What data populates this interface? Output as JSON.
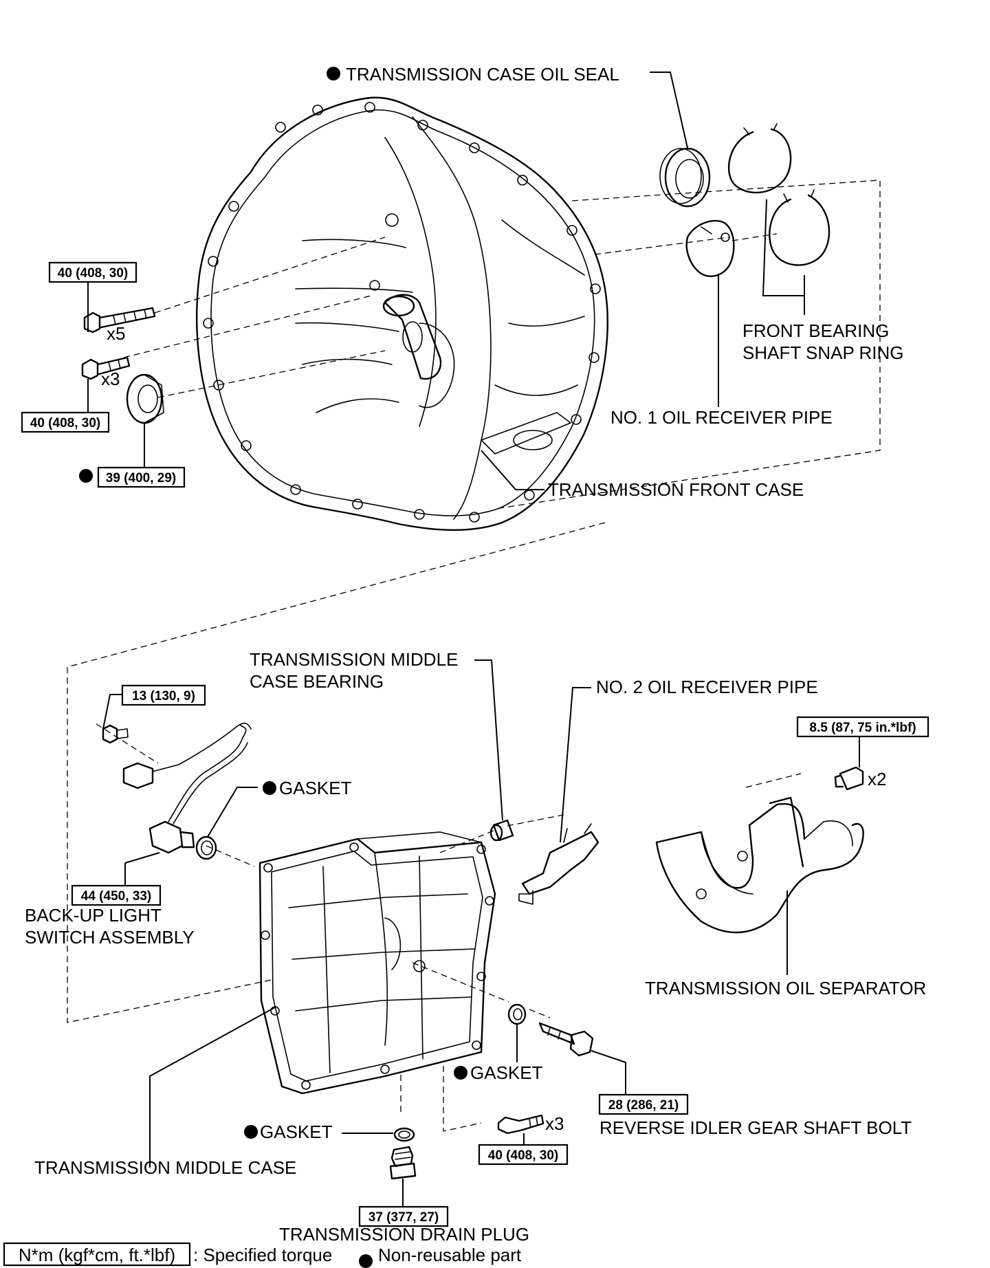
{
  "labels": {
    "front_seal": "TRANSMISSION CASE OIL SEAL",
    "snap_ring_1": "FRONT BEARING",
    "snap_ring_2": "SHAFT SNAP RING",
    "oil_pipe_1": "NO. 1 OIL RECEIVER PIPE",
    "front_case": "TRANSMISSION FRONT CASE",
    "middle_bearing_1": "TRANSMISSION MIDDLE",
    "middle_bearing_2": "CASE BEARING",
    "oil_pipe_2": "NO. 2 OIL RECEIVER PIPE",
    "gasket_switch": "GASKET",
    "switch_1": "BACK-UP LIGHT",
    "switch_2": "SWITCH ASSEMBLY",
    "oil_separator": "TRANSMISSION OIL SEPARATOR",
    "gasket_right": "GASKET",
    "gasket_bottom": "GASKET",
    "idler_bolt": "REVERSE IDLER GEAR SHAFT BOLT",
    "middle_case": "TRANSMISSION MIDDLE CASE",
    "drain_plug": "TRANSMISSION DRAIN PLUG"
  },
  "quantities": {
    "front_bolts_a": "x5",
    "front_bolts_b": "x3",
    "separator_bolts": "x2",
    "middle_bolts": "x3"
  },
  "torques": {
    "front_bolt_a": "40 (408, 30)",
    "front_bolt_b": "40 (408, 30)",
    "front_plug": "39 (400, 29)",
    "switch_bolt": "13 (130, 9)",
    "switch_body": "44 (450, 33)",
    "separator_bolt": "8.5 (87, 75 in.*lbf)",
    "idler_bolt": "28 (286, 21)",
    "middle_bolt": "40 (408, 30)",
    "drain_plug": "37 (377, 27)"
  },
  "legend": {
    "torque_box": "N*m (kgf*cm, ft.*lbf)",
    "torque_text": ": Specified torque",
    "nonreusable_text": "Non-reusable part"
  }
}
